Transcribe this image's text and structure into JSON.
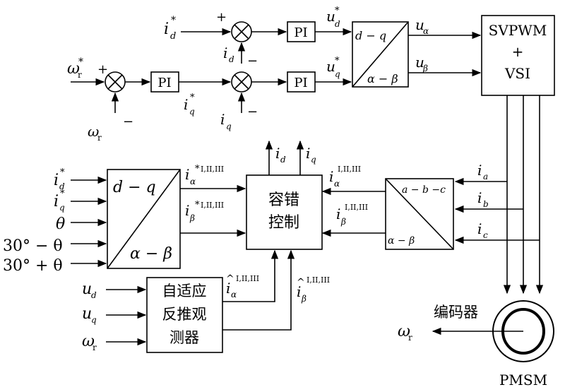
{
  "blocks": {
    "pi": "PI",
    "dq_ab_label_top": "d − q",
    "dq_ab_label_bottom": "α − β",
    "svpwm": "SVPWM",
    "plus": "+",
    "vsi": "VSI",
    "transform_left_top": "d − q",
    "transform_left_bottom": "α − β",
    "fault_control_line1": "容错",
    "fault_control_line2": "控制",
    "transform_right_top": "a − b −c",
    "transform_right_bottom": "α − β",
    "observer_line1": "自适应",
    "observer_line2": "反推观",
    "observer_line3": "测器",
    "encoder": "编码器",
    "pmsm": "PMSM"
  },
  "signals": {
    "id_ref": "i",
    "id_ref_sub": "d",
    "iq_ref": "i",
    "iq_ref_sub": "q",
    "id": "i",
    "id_sub": "d",
    "iq": "i",
    "iq_sub": "q",
    "ud_ref": "u",
    "ud_ref_sub": "d",
    "uq_ref": "u",
    "uq_ref_sub": "q",
    "u_alpha": "u",
    "u_alpha_sub": "α",
    "u_beta": "u",
    "u_beta_sub": "β",
    "omega_ref": "ω",
    "omega_ref_sub": "r",
    "omega": "ω",
    "omega_sub": "r",
    "star": "*",
    "plus_sign": "+",
    "minus_sign": "−",
    "ia": "i",
    "ia_sub": "a",
    "ib": "i",
    "ib_sub": "b",
    "ic": "i",
    "ic_sub": "c",
    "theta": "θ",
    "deg30_minus": "30° − θ",
    "deg30_plus": "30° + θ",
    "ud": "u",
    "ud_sub": "d",
    "uq": "u",
    "uq_sub": "q",
    "roman": "I,II,III",
    "i_alpha_star": "i",
    "i_beta_star": "i",
    "i_alpha": "i",
    "i_beta": "i",
    "i_alpha_hat": "i",
    "i_beta_hat": "i",
    "sub_alpha": "α",
    "sub_beta": "β",
    "hat": "^"
  }
}
